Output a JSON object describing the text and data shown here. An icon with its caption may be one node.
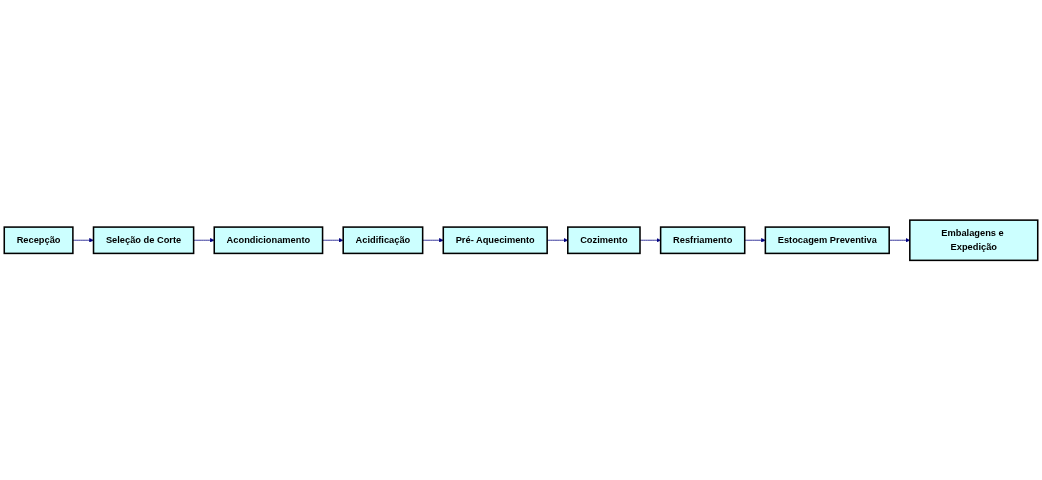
{
  "diagram": {
    "nodes": [
      {
        "text": [
          "Recepção"
        ]
      },
      {
        "text": [
          "Seleção de Corte"
        ]
      },
      {
        "text": [
          "Acondicionamento"
        ]
      },
      {
        "text": [
          "Acidificação"
        ]
      },
      {
        "text": [
          "Pré- Aquecimento"
        ]
      },
      {
        "text": [
          "Cozimento"
        ]
      },
      {
        "text": [
          "Resfriamento"
        ]
      },
      {
        "text": [
          "Estocagem Preventiva"
        ]
      },
      {
        "text": [
          "Embalagens e Expedição"
        ]
      }
    ],
    "edges": [
      {
        "from": 0,
        "to": 1,
        "arrow": "to"
      },
      {
        "from": 1,
        "to": 2,
        "arrow": "to"
      },
      {
        "from": 2,
        "to": 3,
        "arrow": "to"
      },
      {
        "from": 3,
        "to": 4,
        "arrow": "to"
      },
      {
        "from": 4,
        "to": 5,
        "arrow": "to"
      },
      {
        "from": 5,
        "to": 6,
        "arrow": "to"
      },
      {
        "from": 6,
        "to": 7,
        "arrow": "to"
      },
      {
        "from": 7,
        "to": 8,
        "arrow": "to"
      }
    ]
  }
}
